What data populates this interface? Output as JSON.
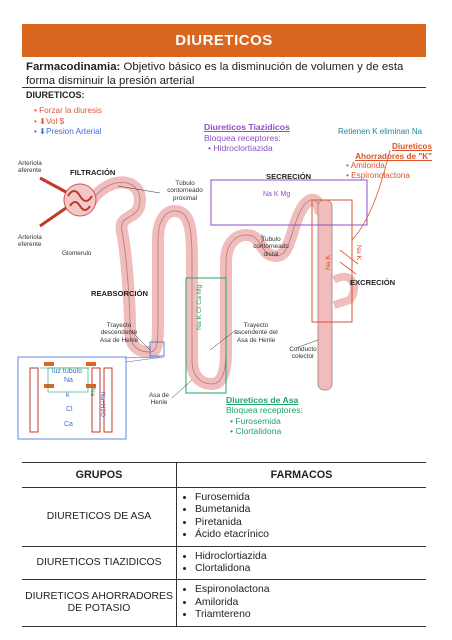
{
  "title": "DIURETICOS",
  "farmacodinamia": {
    "label": "Farmacodinamia:",
    "text": " Objetivo básico es la disminución de volumen y de esta forma disminuir la presión arterial"
  },
  "section_label": "DIURETICOS",
  "effects": [
    {
      "text": "Forzar la diuresis",
      "color": "#e0583a"
    },
    {
      "text": "Vol $",
      "color": "#e0583a"
    },
    {
      "text": "Presion Arterial",
      "color": "#3b6fd6"
    }
  ],
  "diagram": {
    "arteriola_aferente": "Arteriola aferente",
    "arteriola_eferente": "Arteriola eferente",
    "glomerulo": "Glomerulo",
    "filtracion": "FILTRACIÓN",
    "tubulo_proximal": "Túbulo contorneado proximal",
    "reabsorcion": "REABSORCIÓN",
    "secrecion": "SECRECIÓN",
    "excrecion": "EXCRECIÓN",
    "tubulo_distal": "Tubulo contorneado distal",
    "conducto_colector": "Conducto colector",
    "asa_henle": "Asa de Henle",
    "trayecto_descendente": "Trayecto descendente Asa de Henle",
    "trayecto_ascendente": "Trayecto ascendente del Asa de Henle",
    "na_k_mg": "Na K Mg",
    "na_cl_ca_mg": "Na K Cl Ca Mg",
    "na_k_collector": "Na K",
    "na_k_out": "Na K",
    "inset": {
      "luz_tubulo": "luz tubulo",
      "na": "Na",
      "k": "k",
      "cl": "Cl",
      "ca": "Ca",
      "na_h2o": "Na+H2O",
      "col": "Na"
    }
  },
  "tiazidicos": {
    "title": "Diureticos Tiazidicos",
    "subtitle": "Bloquea receptores:",
    "drugs": [
      "Hidroclortiazida"
    ],
    "color": "#8b4fc8"
  },
  "retienen": "Retienen K eliminan Na",
  "ahorradores": {
    "title": "Diureticos Ahorradores de \"K\"",
    "drugs": [
      "Amilorida",
      "Espironolactona"
    ],
    "color": "#d9552c"
  },
  "asa": {
    "title": "Diureticos de Asa",
    "subtitle": "Bloquea receptores:",
    "drugs": [
      "Furosemida",
      "Clortalidona"
    ],
    "color": "#1fa36a"
  },
  "table": {
    "headers": [
      "GRUPOS",
      "FARMACOS"
    ],
    "rows": [
      {
        "group": "DIURETICOS DE ASA",
        "drugs": [
          "Furosemida",
          "Bumetanida",
          "Piretanida",
          "Ácido etacrínico"
        ]
      },
      {
        "group": "DIURETICOS TIAZIDICOS",
        "drugs": [
          "Hidroclortiazida",
          "Clortalidona"
        ]
      },
      {
        "group": "DIURETICOS AHORRADORES DE POTASIO",
        "drugs": [
          "Espironolactona",
          "Amilorida",
          "Triamtereno"
        ]
      }
    ]
  }
}
